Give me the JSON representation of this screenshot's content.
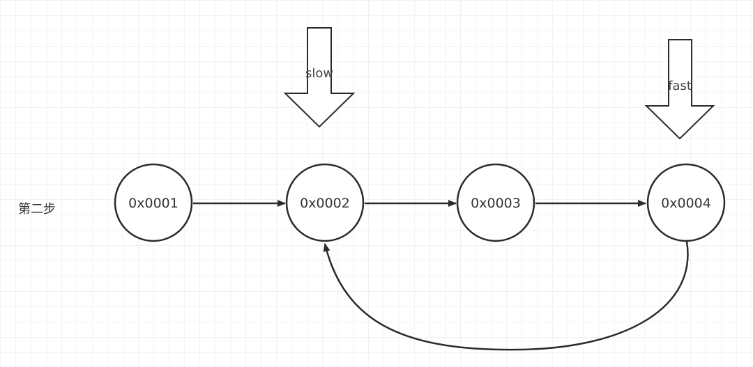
{
  "step": {
    "label": "第二步"
  },
  "nodes": [
    {
      "id": "n1",
      "label": "0x0001"
    },
    {
      "id": "n2",
      "label": "0x0002"
    },
    {
      "id": "n3",
      "label": "0x0003"
    },
    {
      "id": "n4",
      "label": "0x0004"
    }
  ],
  "pointers": {
    "slow": {
      "label": "slow",
      "target": "n2"
    },
    "fast": {
      "label": "fast",
      "target": "n4"
    }
  },
  "edges": [
    {
      "from": "n1",
      "to": "n2"
    },
    {
      "from": "n2",
      "to": "n3"
    },
    {
      "from": "n3",
      "to": "n4"
    },
    {
      "from": "n4",
      "to": "n2",
      "kind": "back-link"
    }
  ],
  "colors": {
    "stroke": "#2b2b2b",
    "grid": "#e6e6e6",
    "background": "#ffffff"
  }
}
